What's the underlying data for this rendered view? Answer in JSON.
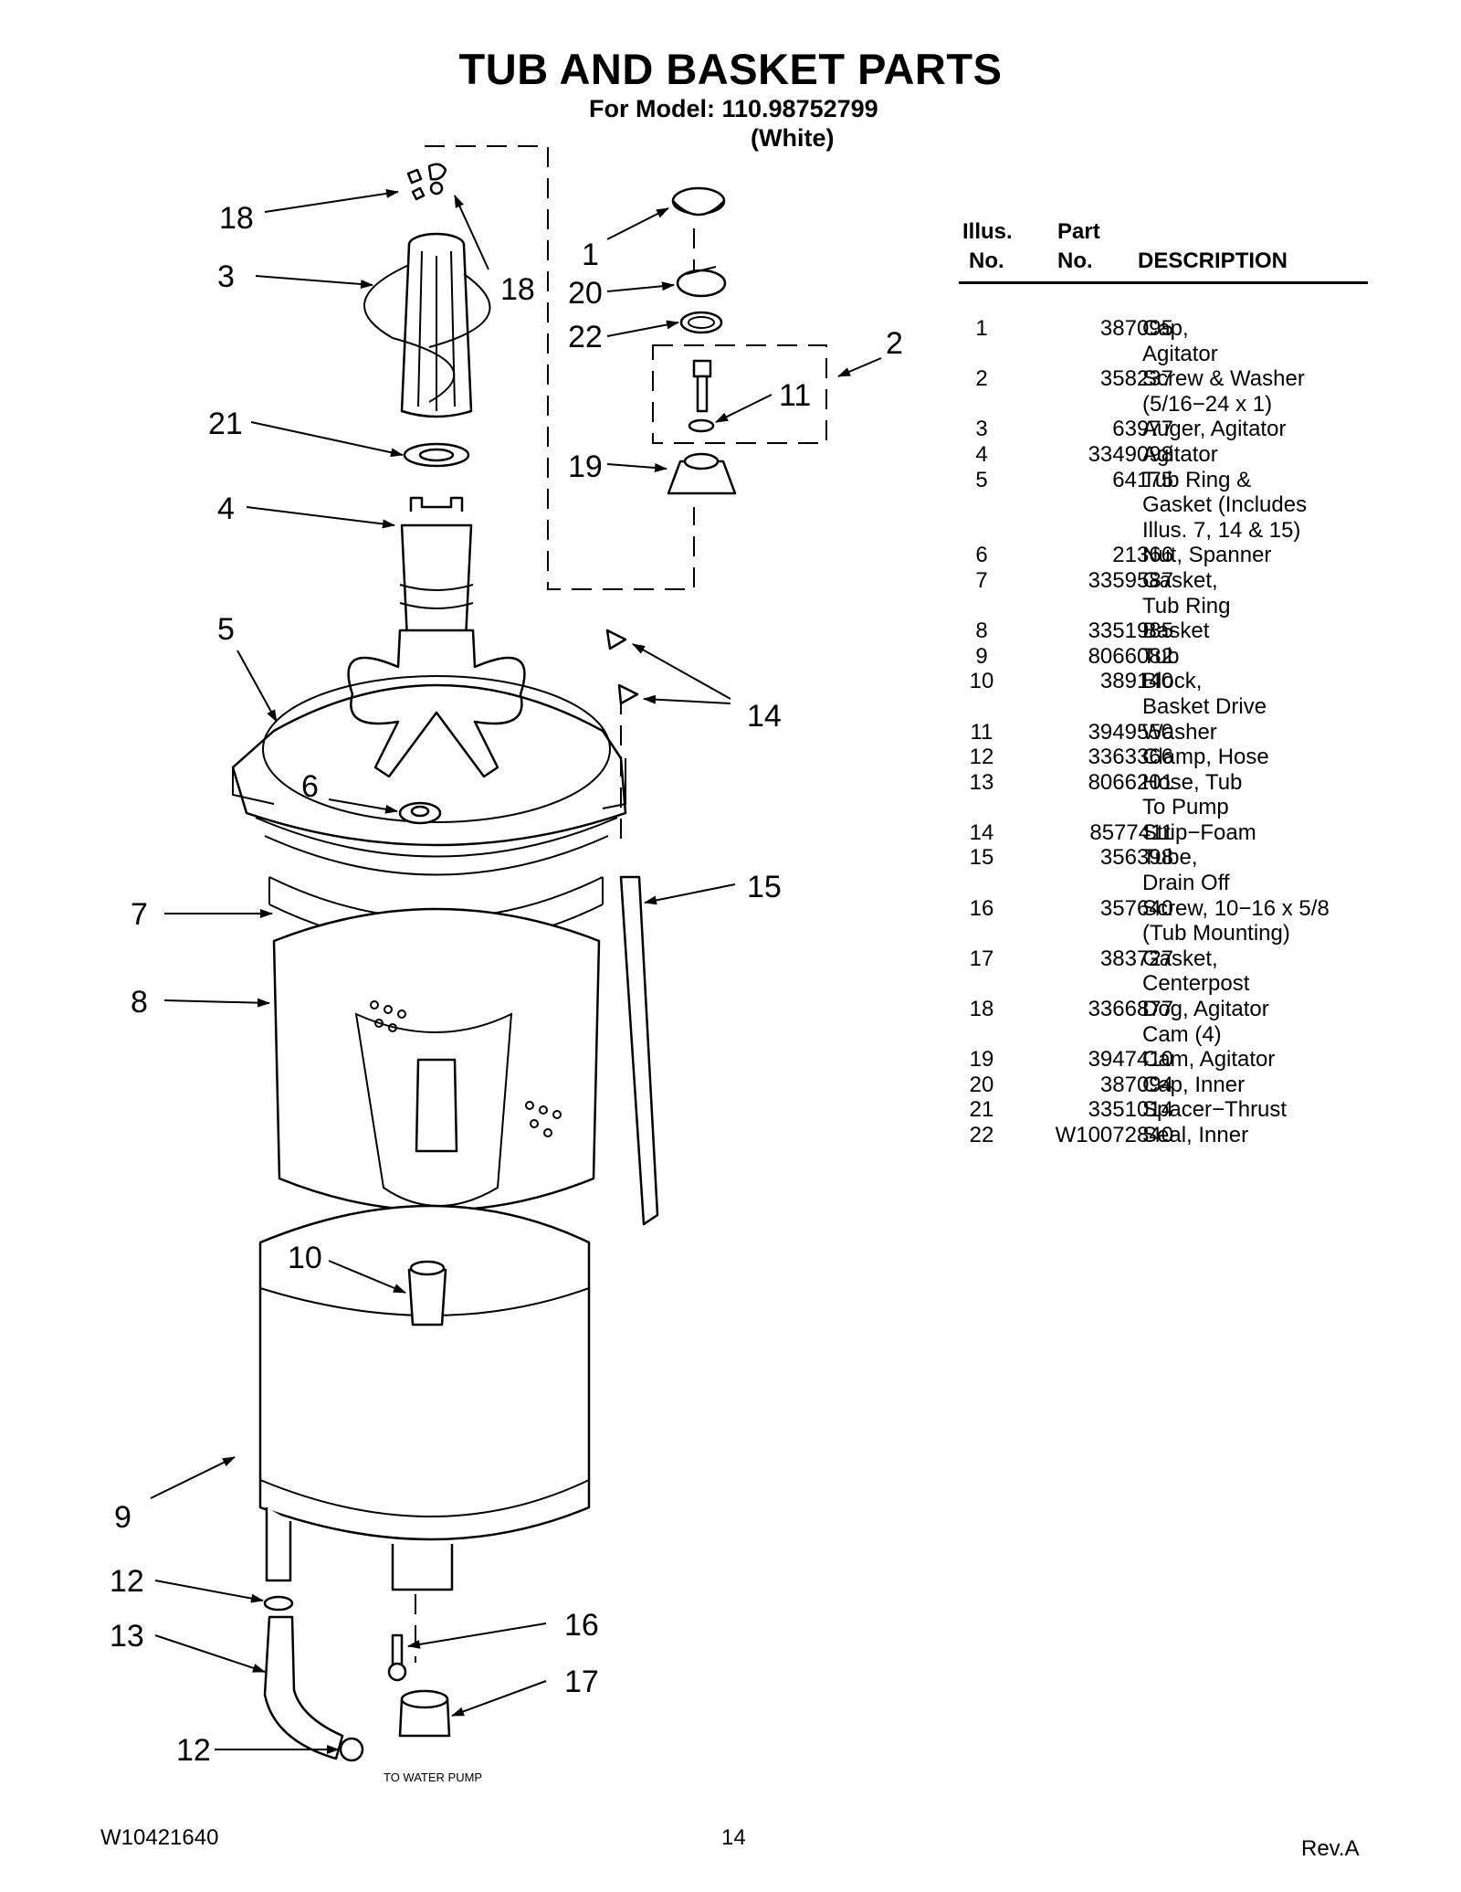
{
  "header": {
    "title": "TUB AND BASKET PARTS",
    "model_line": "For Model: 110.98752799",
    "color_line": "(White)"
  },
  "table": {
    "col_illus_1": "Illus.",
    "col_illus_2": "No.",
    "col_part_1": "Part",
    "col_part_2": "No.",
    "col_desc": "DESCRIPTION",
    "rows": [
      {
        "illus": "1",
        "part": "387095",
        "desc": "Cap,\nAgitator"
      },
      {
        "illus": "2",
        "part": "358237",
        "desc": "Screw & Washer\n(5/16−24 x 1)"
      },
      {
        "illus": "3",
        "part": "63977",
        "desc": "Auger, Agitator"
      },
      {
        "illus": "4",
        "part": "3349098",
        "desc": "Agitator"
      },
      {
        "illus": "5",
        "part": "64175",
        "desc": "Tub Ring &\nGasket (Includes\nIllus. 7, 14 & 15)"
      },
      {
        "illus": "6",
        "part": "21366",
        "desc": "Nut, Spanner"
      },
      {
        "illus": "7",
        "part": "3359587",
        "desc": "Gasket,\nTub Ring"
      },
      {
        "illus": "8",
        "part": "3351985",
        "desc": "Basket"
      },
      {
        "illus": "9",
        "part": "8066082",
        "desc": "Tub"
      },
      {
        "illus": "10",
        "part": "389140",
        "desc": "Block,\nBasket Drive"
      },
      {
        "illus": "11",
        "part": "3949550",
        "desc": "Washer"
      },
      {
        "illus": "12",
        "part": "3363366",
        "desc": "Clamp, Hose"
      },
      {
        "illus": "13",
        "part": "8066201",
        "desc": "Hose, Tub\nTo Pump"
      },
      {
        "illus": "14",
        "part": "8577411",
        "desc": "Strip−Foam"
      },
      {
        "illus": "15",
        "part": "356398",
        "desc": "Tube,\nDrain Off"
      },
      {
        "illus": "16",
        "part": "357640",
        "desc": "Screw, 10−16 x 5/8\n(Tub Mounting)"
      },
      {
        "illus": "17",
        "part": "383727",
        "desc": "Gasket,\nCenterpost"
      },
      {
        "illus": "18",
        "part": "3366877",
        "desc": "Dog, Agitator\nCam (4)"
      },
      {
        "illus": "19",
        "part": "3947410",
        "desc": "Cam, Agitator"
      },
      {
        "illus": "20",
        "part": "387094",
        "desc": "Cap, Inner"
      },
      {
        "illus": "21",
        "part": "3351014",
        "desc": "Spacer−Thrust"
      },
      {
        "illus": "22",
        "part": "W10072840",
        "desc": "Seal, Inner"
      }
    ]
  },
  "diagram": {
    "callouts": {
      "c18a": "18",
      "c18b": "18",
      "c3": "3",
      "c21": "21",
      "c4": "4",
      "c5": "5",
      "c6": "6",
      "c7": "7",
      "c8": "8",
      "c10": "10",
      "c9": "9",
      "c12a": "12",
      "c13": "13",
      "c12b": "12",
      "c16": "16",
      "c17": "17",
      "c1": "1",
      "c20": "20",
      "c22": "22",
      "c2": "2",
      "c11": "11",
      "c19": "19",
      "c14": "14",
      "c15": "15"
    },
    "note": "TO WATER PUMP"
  },
  "footer": {
    "doc_number": "W10421640",
    "page": "14",
    "rev": "Rev.A"
  }
}
